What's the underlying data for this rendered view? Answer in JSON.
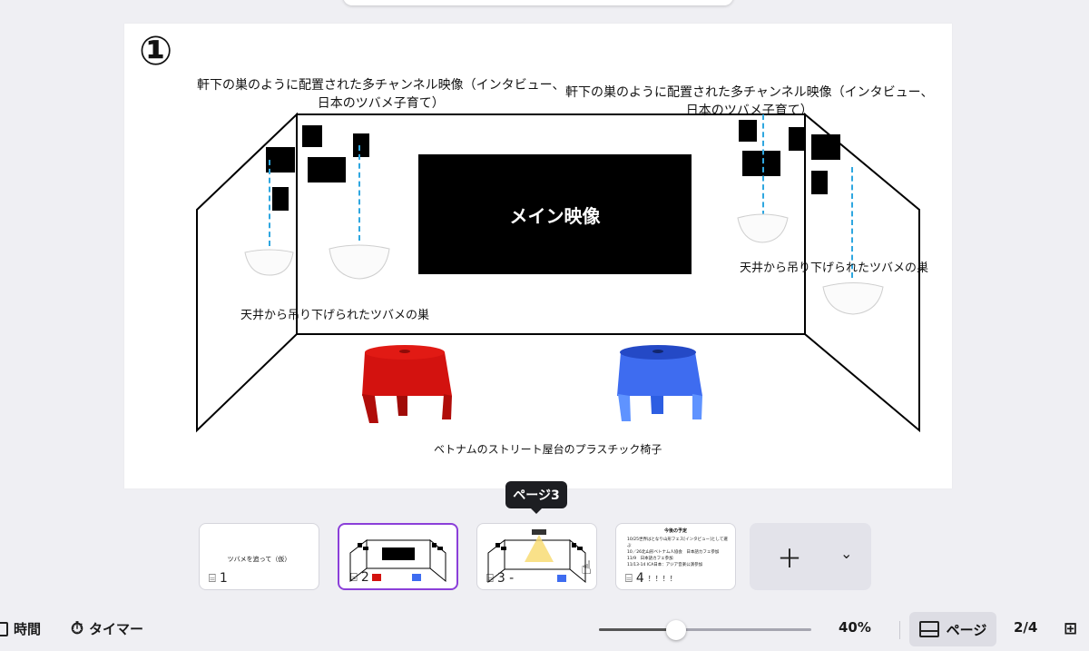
{
  "slide": {
    "number_badge": "①",
    "left_caption": "軒下の巣のように配置された多チャンネル映像（インタビュー、\n日本のツバメ子育て）",
    "right_caption": "軒下の巣のように配置された多チャンネル映像（インタビュー、\n日本のツバメ子育て）",
    "main_screen": "メイン映像",
    "nest_left_label": "天井から吊り下げられたツバメの巣",
    "nest_right_label": "天井から吊り下げられたツバメの巣",
    "chair_label": "ベトナムのストリート屋台のプラスチック椅子"
  },
  "tooltip": "ページ3",
  "thumbnails": [
    {
      "num": "1",
      "title": "ツバメを追って（仮）"
    },
    {
      "num": "2"
    },
    {
      "num": "3 -"
    },
    {
      "num": "4",
      "mini_title": "今後の予定",
      "lines": [
        "10/25世界はとなり山形フェス[インタビュー]として選ぶ",
        "10／26北山形ベトナム人協会　日本語カフェ参加",
        "11/9　日本語カフェ参加",
        "11/13-14 ICA日本：アジア音楽公演参加"
      ],
      "trailing": "！！！！"
    }
  ],
  "bottom": {
    "time_label": "時間",
    "timer_label": "タイマー",
    "zoom": "40%",
    "zoom_level": 0.4,
    "page_label": "ページ",
    "page_count": "2/4"
  },
  "colors": {
    "accent": "#8b3fd9",
    "pin": "#2fa7e0",
    "chair_red": "#d3120f",
    "chair_blue": "#3e6cf0"
  }
}
